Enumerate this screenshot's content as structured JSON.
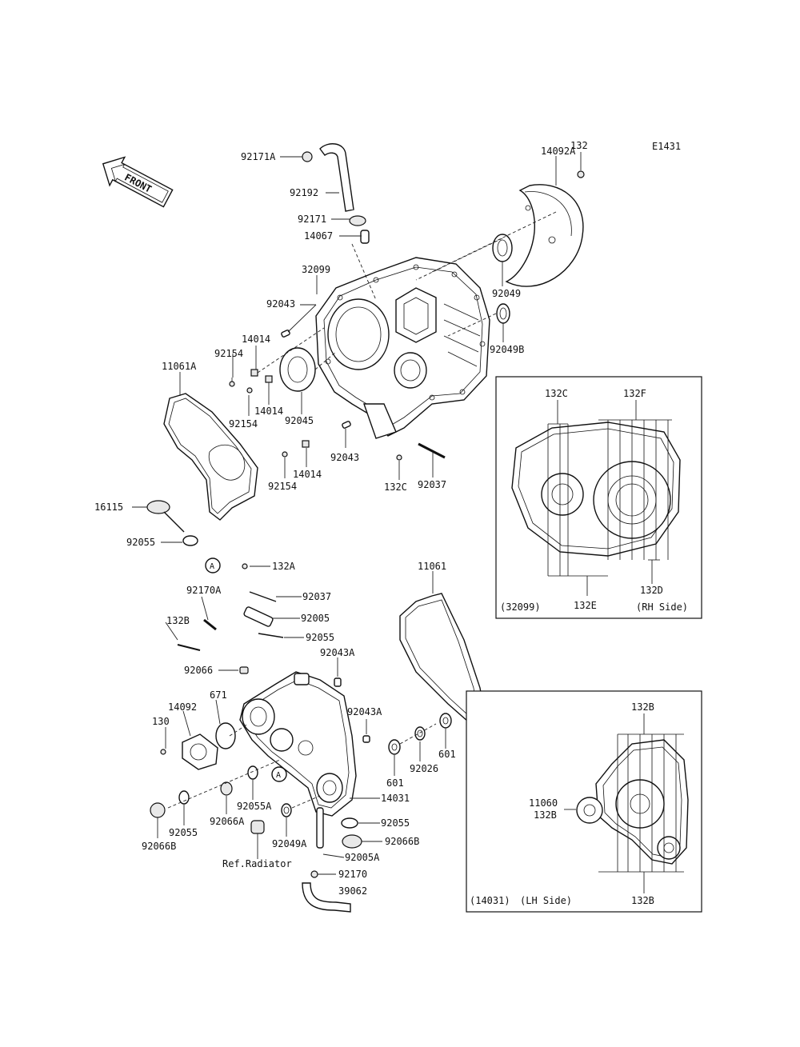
{
  "diagram_code": "E1431",
  "front_label": "FRONT",
  "labels": [
    {
      "key": "p92171A",
      "text": "92171A"
    },
    {
      "key": "p92192",
      "text": "92192"
    },
    {
      "key": "p92171",
      "text": "92171"
    },
    {
      "key": "p14067",
      "text": "14067"
    },
    {
      "key": "p32099",
      "text": "32099"
    },
    {
      "key": "p92043",
      "text": "92043"
    },
    {
      "key": "p14014a",
      "text": "14014"
    },
    {
      "key": "p92154a",
      "text": "92154"
    },
    {
      "key": "p11061A",
      "text": "11061A"
    },
    {
      "key": "p92154b",
      "text": "92154"
    },
    {
      "key": "p14014b",
      "text": "14014"
    },
    {
      "key": "p92045",
      "text": "92045"
    },
    {
      "key": "p92043b",
      "text": "92043"
    },
    {
      "key": "p14014c",
      "text": "14014"
    },
    {
      "key": "p92154c",
      "text": "92154"
    },
    {
      "key": "p14092A",
      "text": "14092A"
    },
    {
      "key": "p132",
      "text": "132"
    },
    {
      "key": "p92049",
      "text": "92049"
    },
    {
      "key": "p92049B",
      "text": "92049B"
    },
    {
      "key": "p132C",
      "text": "132C"
    },
    {
      "key": "p92037a",
      "text": "92037"
    },
    {
      "key": "p16115",
      "text": "16115"
    },
    {
      "key": "p92055a",
      "text": "92055"
    },
    {
      "key": "p132A",
      "text": "132A"
    },
    {
      "key": "p92170A",
      "text": "92170A"
    },
    {
      "key": "p92037b",
      "text": "92037"
    },
    {
      "key": "p132B",
      "text": "132B"
    },
    {
      "key": "p92005",
      "text": "92005"
    },
    {
      "key": "p92055b",
      "text": "92055"
    },
    {
      "key": "p92043A1",
      "text": "92043A"
    },
    {
      "key": "p92066",
      "text": "92066"
    },
    {
      "key": "p671",
      "text": "671"
    },
    {
      "key": "p14092",
      "text": "14092"
    },
    {
      "key": "p130",
      "text": "130"
    },
    {
      "key": "p92043A2",
      "text": "92043A"
    },
    {
      "key": "p601a",
      "text": "601"
    },
    {
      "key": "p92026",
      "text": "92026"
    },
    {
      "key": "p601b",
      "text": "601"
    },
    {
      "key": "p14031",
      "text": "14031"
    },
    {
      "key": "p92055A",
      "text": "92055A"
    },
    {
      "key": "p92066A",
      "text": "92066A"
    },
    {
      "key": "p92055c",
      "text": "92055"
    },
    {
      "key": "p92066B1",
      "text": "92066B"
    },
    {
      "key": "p92049A",
      "text": "92049A"
    },
    {
      "key": "p92055d",
      "text": "92055"
    },
    {
      "key": "p92066B2",
      "text": "92066B"
    },
    {
      "key": "p92005A",
      "text": "92005A"
    },
    {
      "key": "pRefRad",
      "text": "Ref.Radiator"
    },
    {
      "key": "p92170",
      "text": "92170"
    },
    {
      "key": "p39062",
      "text": "39062"
    },
    {
      "key": "p11061",
      "text": "11061"
    }
  ],
  "callout_A": "A",
  "inset_rh": {
    "label_132C": "132C",
    "label_132F": "132F",
    "label_132E": "132E",
    "label_132D": "132D",
    "caption_part": "(32099)",
    "caption_side": "(RH Side)"
  },
  "inset_lh": {
    "label_132B_top": "132B",
    "label_11060": "11060",
    "label_132B_mid": "132B",
    "label_132B_bottom": "132B",
    "caption_part": "(14031)",
    "caption_side": "(LH Side)"
  }
}
